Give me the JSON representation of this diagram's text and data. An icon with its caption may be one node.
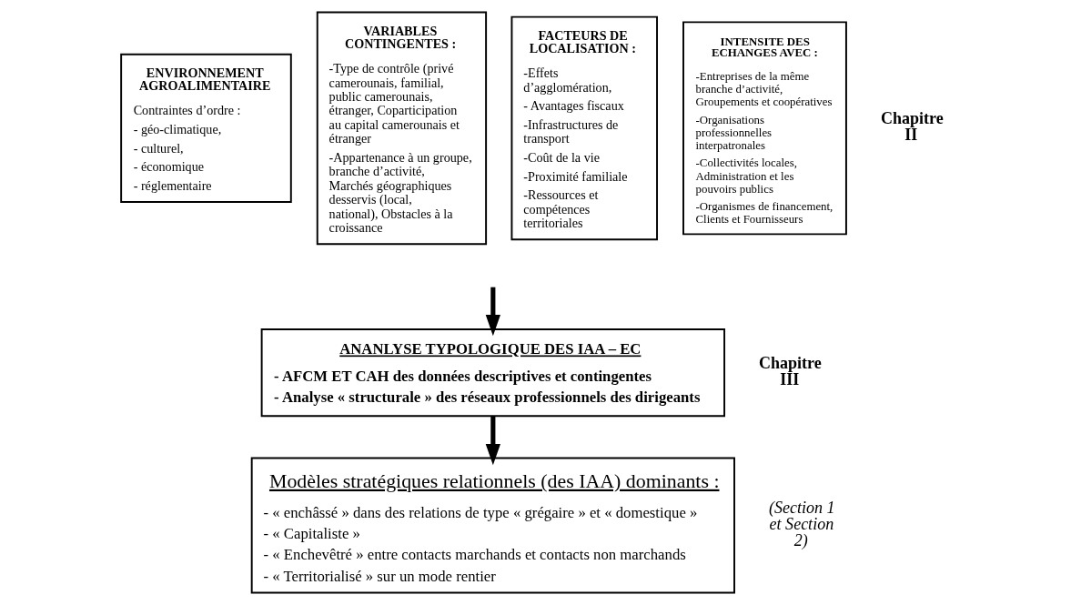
{
  "diagram": {
    "nodes": [
      {
        "text": [
          "ENVIRONNEMENT AGROALIMENTAIRE",
          "Contraintes d’ordre :",
          "- géo-climatique,",
          "- culturel,",
          "- économique",
          "- réglementaire"
        ]
      },
      {
        "text": [
          "VARIABLES CONTINGENTES :",
          "-Type de contrôle (privé camerounais, familial, public camerounais, étranger, Coparticipation au capital camerounais et étranger",
          "-Appartenance à un groupe, branche d’activité, Marchés géographiques desservis (local, national), Obstacles à la croissance"
        ]
      },
      {
        "text": [
          "FACTEURS DE LOCALISATION :",
          "-Effets d’agglomération,",
          "- Avantages fiscaux",
          "-Infrastructures de transport",
          "-Coût de la vie",
          "-Proximité familiale",
          "-Ressources et compétences territoriales"
        ]
      },
      {
        "text": [
          "INTENSITE DES ECHANGES AVEC :",
          "-Entreprises de la même branche d’activité, Groupements et coopératives",
          "-Organisations professionnelles interpatronales",
          "-Collectivités locales, Administration et les pouvoirs publics",
          "-Organismes de financement, Clients et Fournisseurs"
        ]
      },
      {
        "text": [
          "ANANLYSE TYPOLOGIQUE DES IAA – EC",
          "- AFCM ET CAH des données descriptives et contingentes",
          "- Analyse « structurale » des réseaux professionnels des dirigeants"
        ]
      },
      {
        "text": [
          "Modèles stratégiques relationnels (des IAA) dominants :",
          "- « enchâssé » dans des relations de type « grégaire » et « domestique »",
          "- « Capitaliste »",
          "- « Enchevêtré » entre contacts marchands et contacts non marchands",
          "- « Territorialisé » sur un mode rentier"
        ]
      }
    ],
    "edges": [
      {
        "from": null,
        "to": 4,
        "arrow": "to"
      },
      {
        "from": 4,
        "to": 5,
        "arrow": "to"
      }
    ],
    "labels": [
      "Chapitre II",
      "Chapitre III",
      "(Section 1 et Section 2)"
    ]
  }
}
